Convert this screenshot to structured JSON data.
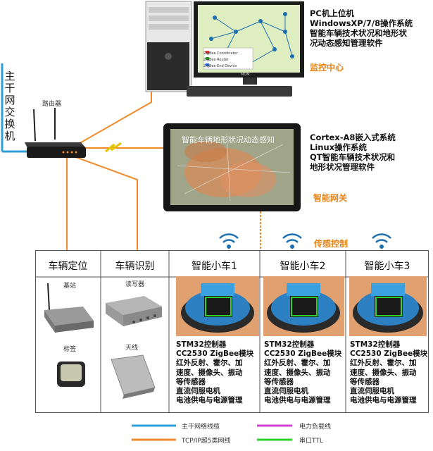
{
  "switch_label": "主干网交换机",
  "router_label": "路由器",
  "pc": {
    "screen_items": [
      "ZigBee Coordinator",
      "ZigBee Router",
      "ZigBee End Device"
    ],
    "monitor_brand": "MOM",
    "desc": [
      "PC机上位机",
      "WindowsXP/7/8操作系统",
      "智能车辆技术状况和地形状",
      "况动态感知管理软件"
    ],
    "title": "监控中心"
  },
  "gateway": {
    "screen_title": "智能车辆地形状况动态感知",
    "desc": [
      "Cortex-A8嵌入式系统",
      "Linux操作系统",
      "QT智能车辆技术状况和",
      "地形状况管理软件"
    ],
    "title": "智能网关"
  },
  "sensing_label": "传感控制",
  "table": {
    "headers": [
      "车辆定位",
      "车辆识别",
      "智能小车1",
      "智能小车2",
      "智能小车3"
    ],
    "positioning": {
      "items": [
        "基站",
        "标签"
      ]
    },
    "recognition": {
      "items": [
        "读写器",
        "天线"
      ]
    },
    "car_desc": [
      "STM32控制器",
      "CC2530 ZigBee模块",
      "红外反射、霍尔、加",
      "速度、摄像头、振动",
      "等传感器",
      "直流伺服电机",
      "电池供电与电源管理"
    ]
  },
  "legend": {
    "items": [
      {
        "label": "主干网络线缆",
        "color": "#2d9fd9"
      },
      {
        "label": "电力负载线",
        "color": "#d23fd2"
      },
      {
        "label": "TCP/IP超5类网线",
        "color": "#f08a2a"
      },
      {
        "label": "串口TTL",
        "color": "#2fd12f"
      }
    ]
  },
  "colors": {
    "orange_line": "#f08a2a",
    "blue_line": "#2d9fd9",
    "zigbee_blue": "#1c6fb0",
    "accent_text": "#e8851a"
  }
}
